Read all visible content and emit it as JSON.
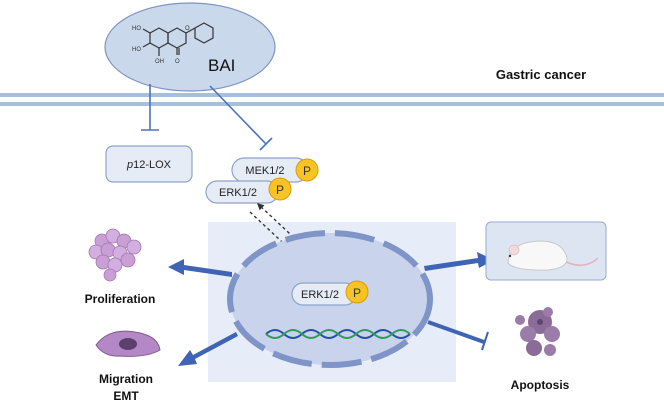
{
  "compound": {
    "name": "BAI",
    "oh_label": "HO",
    "oh_label2": "HO",
    "oh_label3": "OH",
    "o_label": "O",
    "o_label2": "O"
  },
  "context": {
    "label": "Gastric cancer"
  },
  "nodes": {
    "p12lox": {
      "italic": "p",
      "rest": "12-LOX"
    },
    "mek": {
      "label": "MEK1/2"
    },
    "erk_cyto": {
      "label": "ERK1/2"
    },
    "erk_nuc": {
      "label": "ERK1/2"
    },
    "phospho": "P"
  },
  "outcomes": {
    "proliferation": "Proliferation",
    "migration_line1": "Migration",
    "migration_line2": "EMT",
    "apoptosis": "Apoptosis"
  },
  "colors": {
    "membrane": "#a9bfd9",
    "compound_fill": "#cad8ec",
    "pill_fill": "#e6ecf6",
    "pill_stroke": "#8fa4c7",
    "phospho_fill": "#f7c325",
    "arrow_blue": "#3f64b3",
    "inhibit_blue": "#4a73bd",
    "nucleus_fill": "#c9d3ec",
    "cell_bg": "#e7edf8",
    "dna_green": "#2f9c5a",
    "dna_blue": "#2550a8",
    "cluster_purple": "#c99fd6",
    "apoptosis_purple": "#8b6b98"
  },
  "icons": [
    "compound-structure-icon",
    "tumor-cell-cluster-icon",
    "migrating-cell-icon",
    "mouse-icon",
    "apoptotic-cell-icon",
    "dna-helix-icon"
  ]
}
